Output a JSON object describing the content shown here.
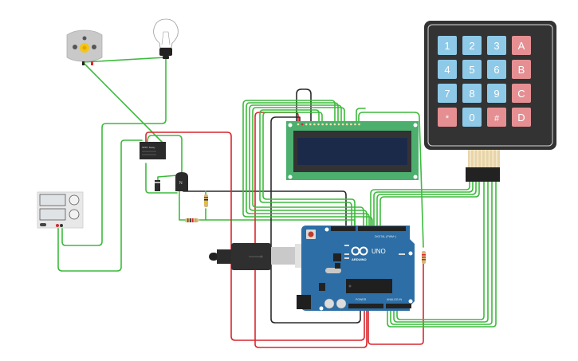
{
  "circuit": {
    "colors": {
      "wire_green": "#3dba3d",
      "wire_red": "#d9272e",
      "wire_black": "#2b2b2b",
      "arduino_blue": "#2c6ea5",
      "lcd_green": "#4caf6e",
      "lcd_screen": "#1c2a4a",
      "keypad_body": "#333333",
      "key_blue": "#8ec9e8",
      "key_red": "#e58f93"
    },
    "keypad": {
      "keys": [
        "1",
        "2",
        "3",
        "A",
        "4",
        "5",
        "6",
        "B",
        "7",
        "8",
        "9",
        "C",
        "*",
        "0",
        "#",
        "D"
      ],
      "key_colors": [
        "blue",
        "blue",
        "blue",
        "red",
        "blue",
        "blue",
        "blue",
        "red",
        "blue",
        "blue",
        "blue",
        "red",
        "red",
        "blue",
        "red",
        "red"
      ]
    },
    "arduino": {
      "brand": "ARDUINO",
      "model": "UNO",
      "header_digital": "DIGITAL (PWM~)",
      "header_power": "POWER",
      "header_analog": "ANALOG IN",
      "leds": [
        "L",
        "TX",
        "RX"
      ]
    },
    "components": [
      {
        "name": "DC Motor"
      },
      {
        "name": "Light Bulb"
      },
      {
        "name": "Relay",
        "label": "SPDT Relay"
      },
      {
        "name": "Diode"
      },
      {
        "name": "NPN Transistor",
        "label": "N"
      },
      {
        "name": "Resistor"
      },
      {
        "name": "Resistor"
      },
      {
        "name": "Resistor"
      },
      {
        "name": "Power Supply"
      },
      {
        "name": "LCD 16x2"
      },
      {
        "name": "Keypad 4x4"
      },
      {
        "name": "Arduino Uno"
      },
      {
        "name": "USB Cable"
      }
    ]
  }
}
